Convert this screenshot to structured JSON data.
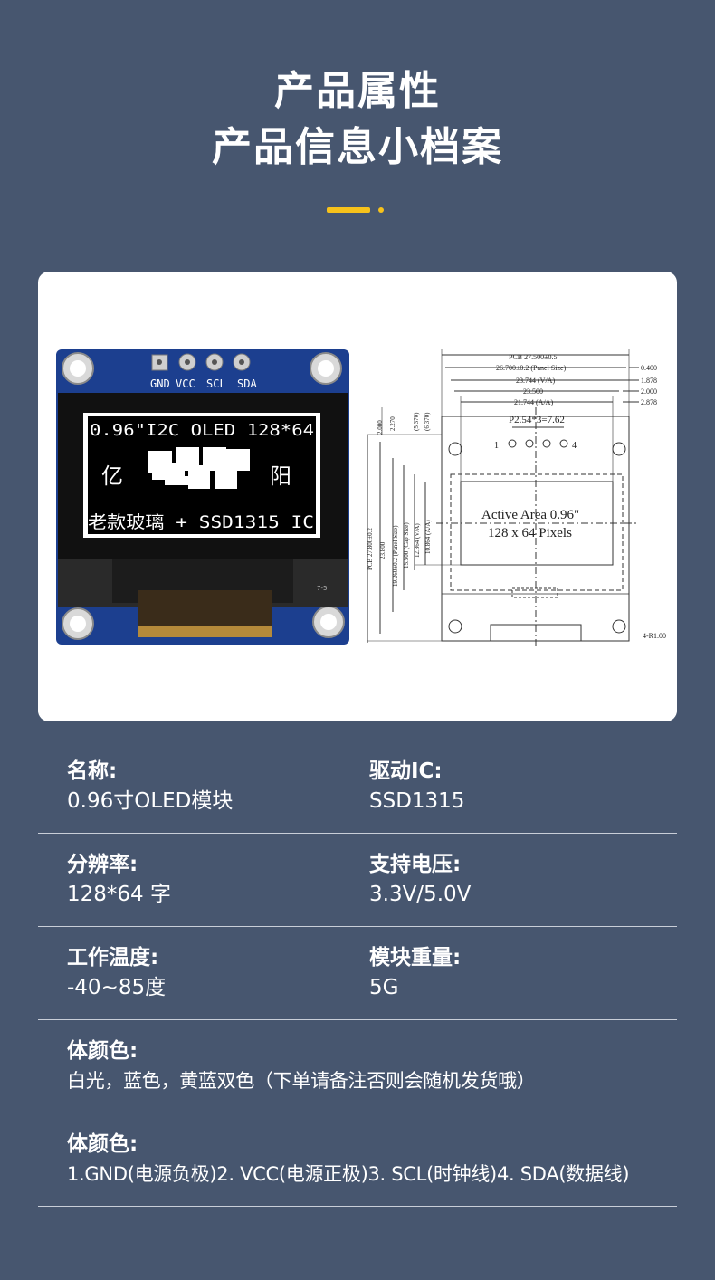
{
  "header": {
    "title_line1": "产品属性",
    "title_line2": "产品信息小档案"
  },
  "colors": {
    "background": "#47566f",
    "accent": "#f7c21b",
    "card": "#ffffff",
    "pcb_blue": "#1c3f8f"
  },
  "module_image": {
    "pins": [
      "GND",
      "VCC",
      "SCL",
      "SDA"
    ],
    "screen_line1": "0.96\"I2C OLED 128*64",
    "screen_left_char": "亿",
    "screen_right_char": "阳",
    "screen_line3": "老款玻璃 + SSD1315 IC",
    "ribbon_mark": "7-5"
  },
  "drawing": {
    "dim_pcb": "PCB 27.500±0.5",
    "dim_panel": "26.700±0.2 (Panel Size)",
    "dim_va": "23.744 (V/A)",
    "dim_23500": "23.500",
    "dim_aa": "21.744 (A/A)",
    "dim_0400": "0.400",
    "dim_1878": "1.878",
    "dim_2000": "2.000",
    "dim_2878": "2.878",
    "pitch": "P2.54*3=7.62",
    "pin_first": "1",
    "pin_last": "4",
    "active_area_line1": "Active Area 0.96\"",
    "active_area_line2": "128 x 64 Pixels",
    "v_pcb": "PCB 27.800±0.2",
    "v_23800": "23.800",
    "v_panel": "19.260±0.2 (Panel Size)",
    "v_cap": "15.500 (Cap Size)",
    "v_va": "12.864 (V/A)",
    "v_aa": "10.864 (A/A)",
    "v_2000": "2.000",
    "v_2270": "2.270",
    "v_5370": "(5.370)",
    "v_6370": "(6.370)",
    "hole": "4-R1.00"
  },
  "specs": [
    {
      "left_label": "名称:",
      "left_value": "0.96寸OLED模块",
      "right_label": "驱动IC:",
      "right_value": "SSD1315"
    },
    {
      "left_label": "分辨率:",
      "left_value": "128*64 字",
      "right_label": "支持电压:",
      "right_value": "3.3V/5.0V"
    },
    {
      "left_label": "工作温度:",
      "left_value": "-40~85度",
      "right_label": "模块重量:",
      "right_value": "5G"
    },
    {
      "left_label": "体颜色:",
      "left_value": "白光，蓝色，黄蓝双色（下单请备注否则会随机发货哦）"
    },
    {
      "left_label": "体颜色:",
      "left_value": "1.GND(电源负极)2. VCC(电源正极)3. SCL(时钟线)4. SDA(数据线)"
    }
  ]
}
